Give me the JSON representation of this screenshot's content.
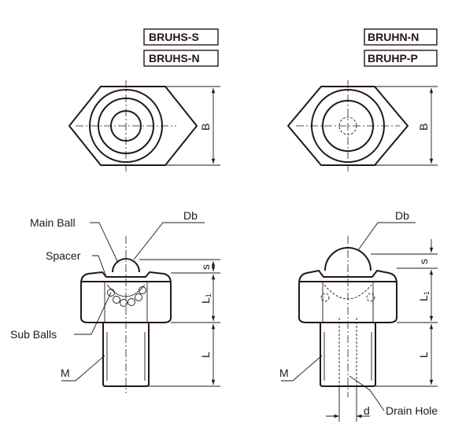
{
  "models": {
    "left": [
      "BRUHS-S",
      "BRUHS-N"
    ],
    "right": [
      "BRUHN-N",
      "BRUHP-P"
    ]
  },
  "labels": {
    "main_ball": "Main Ball",
    "spacer": "Spacer",
    "sub_balls": "Sub Balls",
    "drain_hole": "Drain Hole",
    "thread_left": "M",
    "thread_right": "M",
    "db_left": "Db",
    "db_right": "Db"
  },
  "dims": {
    "b_left": "B",
    "b_right": "B",
    "s_left": "s",
    "s_right": "s",
    "l1_left_main": "L",
    "l1_left_sub": "1",
    "l1_right_main": "L",
    "l1_right_sub": "1",
    "l_left": "L",
    "l_right": "L",
    "d": "d"
  }
}
